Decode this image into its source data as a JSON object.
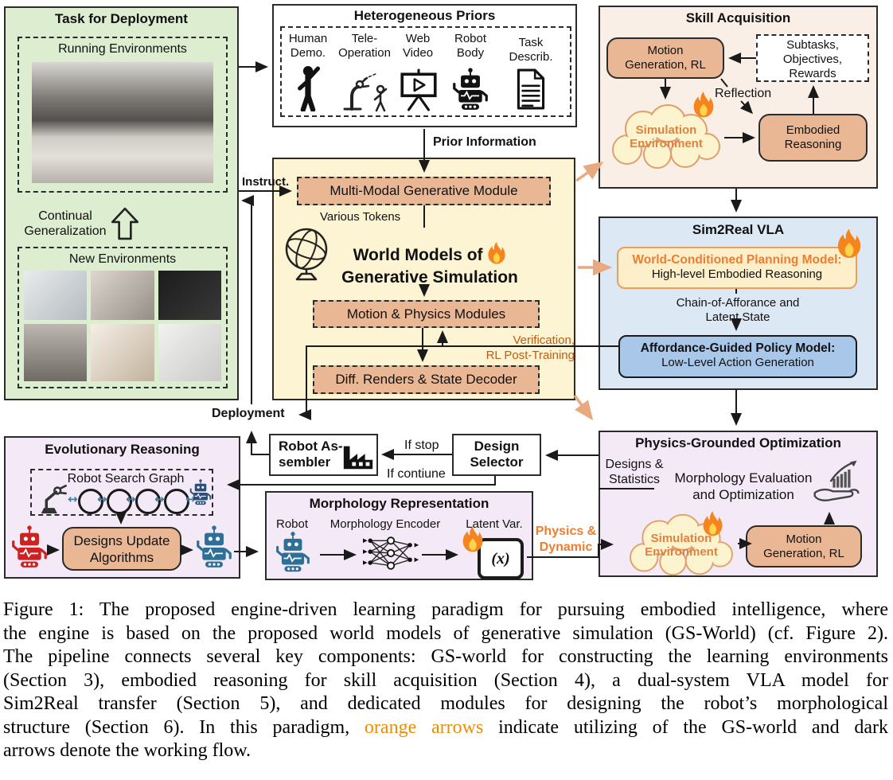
{
  "colors": {
    "panel_green": "#dcedd0",
    "panel_yellow": "#fcf4d2",
    "panel_peach": "#faefe7",
    "panel_blue": "#dde8f5",
    "panel_purple": "#f4eaf7",
    "salmon_box": "#eab795",
    "utilize_arrow_orange": "#e9a97e",
    "accent_orange": "#ed7d31",
    "verification_orange": "#c55a11",
    "caption_orange": "#f08c00"
  },
  "task": {
    "title": "Task for Deployment",
    "running": "Running Environments",
    "continual": "Continual\nGeneralization",
    "new_env": "New Environments"
  },
  "priors": {
    "title": "Heterogeneous Priors",
    "items": [
      {
        "label": "Human\nDemo.",
        "icon": "person-icon"
      },
      {
        "label": "Tele-\nOperation",
        "icon": "teleoperation-icon"
      },
      {
        "label": "Web\nVideo",
        "icon": "video-screen-icon"
      },
      {
        "label": "Robot\nBody",
        "icon": "robot-icon"
      },
      {
        "label": "Task\nDescrib.",
        "icon": "document-icon"
      }
    ]
  },
  "world": {
    "module": "Multi-Modal Generative Module",
    "various_tokens": "Various Tokens",
    "title1": "World Models of",
    "title2": "Generative Simulation",
    "motion": "Motion & Physics Modules",
    "diff": "Diff. Renders & State Decoder"
  },
  "skill": {
    "title": "Skill Acquisition",
    "motion_gen": "Motion\nGeneration, RL",
    "subtasks": "Subtasks,\nObjectives,\nRewards",
    "reflection": "Reflection",
    "sim_env": "Simulation\nEnvironment",
    "embodied": "Embodied\nReasoning"
  },
  "vla": {
    "title": "Sim2Real VLA",
    "planning_title": "World-Conditioned Planning Model:",
    "planning_sub": "High-level Embodied Reasoning",
    "chain": "Chain-of-Afforance and\nLatent State",
    "policy_title": "Affordance-Guided Policy Model:",
    "policy_sub": "Low-Level Action Generation"
  },
  "physics": {
    "title": "Physics-Grounded Optimization",
    "designs": "Designs &\nStatistics",
    "morph_eval": "Morphology Evaluation\nand Optimization",
    "sim_env": "Simulation\nEnvironment",
    "motion_gen": "Motion\nGeneration, RL"
  },
  "evo": {
    "title": "Evolutionary Reasoning",
    "graph": "Robot Search Graph",
    "designs_update": "Designs Update\nAlgorithms",
    "link_glyph": "↔"
  },
  "assembler": {
    "title": "Robot As-\nsembler"
  },
  "selector": {
    "title": "Design\nSelector"
  },
  "morph": {
    "title": "Morphology Representation",
    "robot": "Robot",
    "encoder": "Morphology Encoder",
    "latent": "Latent Var.",
    "x": "(x)"
  },
  "labels": {
    "prior_information": "Prior Information",
    "instruct": "Instruct.",
    "deployment": "Deployment",
    "verification": "Verification,\nRL Post-Training",
    "if_stop": "If stop",
    "if_continue": "If contiune",
    "physics_dynamic": "Physics &\nDynamic"
  },
  "caption": {
    "l1": "Figure 1:  The proposed engine-driven learning paradigm for pursuing embodied intelligence, where",
    "l2": "the engine is based on the proposed world models of generative simulation (GS-World) (cf. Figure 2).",
    "l3": "The pipeline connects several key components: GS-world for constructing the learning environments",
    "l4": "(Section 3), embodied reasoning for skill acquisition (Section 4), a dual-system VLA model for",
    "l5": "Sim2Real transfer (Section 5), and dedicated modules for designing the robot’s morphological",
    "l6a": "structure (Section 6). In this paradigm, ",
    "l6b": "orange arrows",
    "l6c": " indicate utilizing of the GS-world and dark",
    "l7": "arrows denote the working flow."
  }
}
